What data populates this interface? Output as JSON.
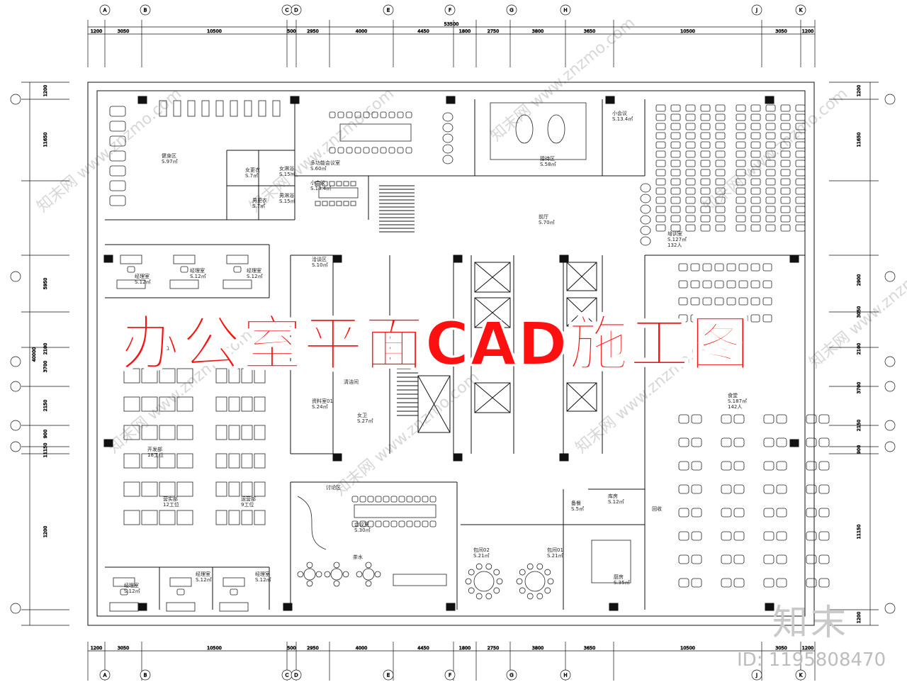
{
  "title": "办公室平面CAD施工图",
  "logo": "知末",
  "image_id": "ID: 1195808470",
  "watermark": "知末网 www.znzmo.com",
  "colors": {
    "title": "#ff1010",
    "line": "#111111",
    "watermark": "#d7d7d7"
  },
  "overall_width": "53500",
  "overall_height": "40000",
  "top_dims": [
    "1200",
    "3050",
    "10500",
    "500",
    "2950",
    "4000",
    "4450",
    "1800",
    "2750",
    "3800",
    "3650",
    "10500",
    "3050",
    "1200"
  ],
  "side_dims_left": [
    "1200",
    "11650",
    "5950",
    "2100",
    "3700",
    "2150",
    "900",
    "11150",
    "1200"
  ],
  "side_dims_right": [
    "1200",
    "11650",
    "2900",
    "3050",
    "2100",
    "3700",
    "2150",
    "900",
    "11150",
    "1200"
  ],
  "rooms": [
    {
      "name": "健身区",
      "area": "S.97㎡"
    },
    {
      "name": "女更衣",
      "area": "S.7㎡"
    },
    {
      "name": "男更衣",
      "area": "S.7㎡"
    },
    {
      "name": "女淋浴",
      "area": "S.15㎡"
    },
    {
      "name": "男淋浴",
      "area": "S.15㎡"
    },
    {
      "name": "多功能会议室",
      "area": "S.60㎡"
    },
    {
      "name": "小会议",
      "area": "S.13.4㎡"
    },
    {
      "name": "接待区",
      "area": "S.58㎡"
    },
    {
      "name": "小会议",
      "area": "S.13.4㎡"
    },
    {
      "name": "培训室",
      "area": "S.127㎡",
      "extra": "132人"
    },
    {
      "name": "前厅",
      "area": "S.70㎡"
    },
    {
      "name": "经理室",
      "area": "S.12㎡"
    },
    {
      "name": "经理室",
      "area": "S.12㎡"
    },
    {
      "name": "经理室",
      "area": "S.12㎡"
    },
    {
      "name": "洽谈区",
      "area": "S.10㎡"
    },
    {
      "name": "资料室01",
      "area": "S.24㎡"
    },
    {
      "name": "女卫",
      "area": "S.27㎡"
    },
    {
      "name": "工位",
      "area": "16工位"
    },
    {
      "name": "开发部",
      "area": "18工位"
    },
    {
      "name": "营实部",
      "area": "12工位"
    },
    {
      "name": "运营部",
      "area": "9工位"
    },
    {
      "name": "讨论区",
      "area": ""
    },
    {
      "name": "会议室",
      "area": "S.30㎡"
    },
    {
      "name": "茶水",
      "area": ""
    },
    {
      "name": "包间02",
      "area": "S.21㎡"
    },
    {
      "name": "包间01",
      "area": "S.21㎡"
    },
    {
      "name": "库房",
      "area": "S.12㎡"
    },
    {
      "name": "备餐",
      "area": "S.5㎡"
    },
    {
      "name": "厨房",
      "area": "S.35㎡"
    },
    {
      "name": "食堂",
      "area": "S.187㎡",
      "extra": "142人"
    },
    {
      "name": "经理室",
      "area": "S.12㎡"
    },
    {
      "name": "经理室",
      "area": "S.12㎡"
    },
    {
      "name": "经理室",
      "area": "S.12㎡"
    },
    {
      "name": "回收",
      "area": ""
    },
    {
      "name": "清洁间",
      "area": ""
    }
  ]
}
